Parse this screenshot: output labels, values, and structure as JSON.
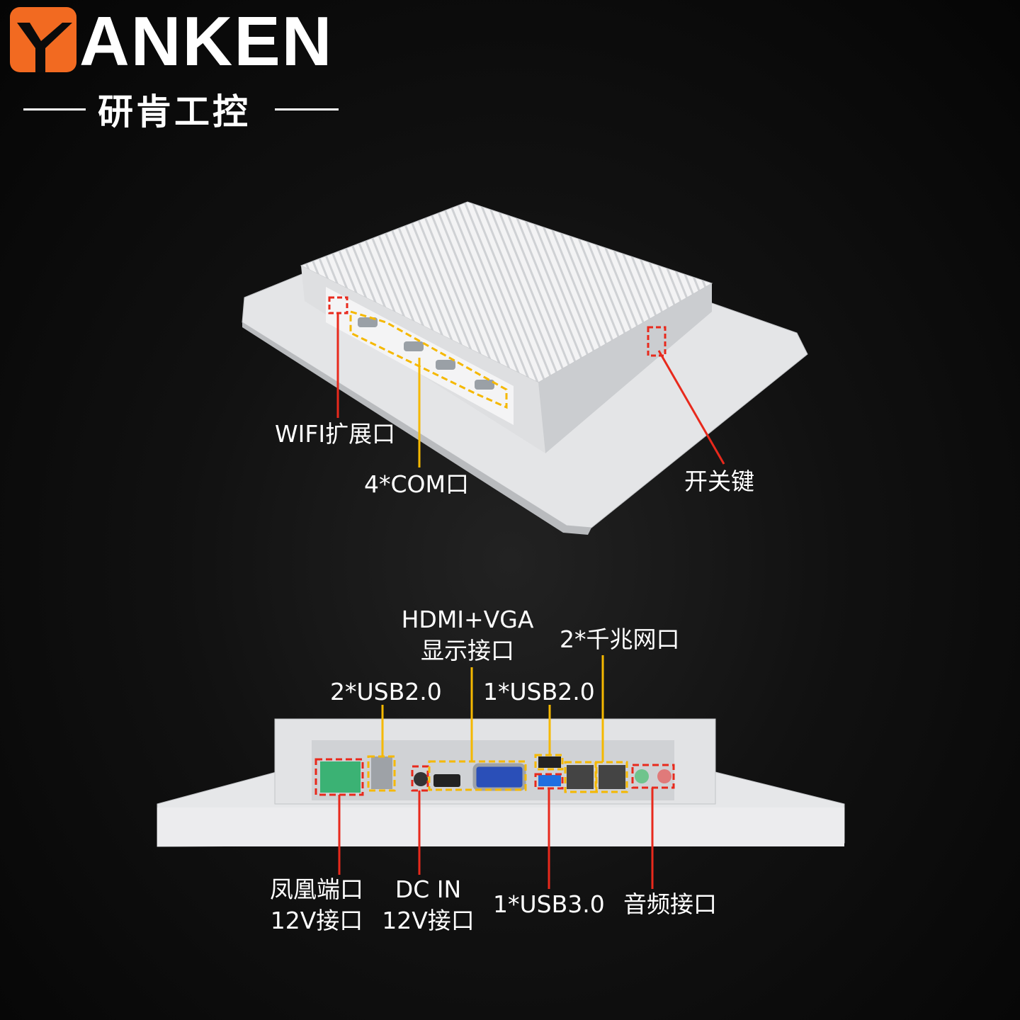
{
  "brand": {
    "logo_text": "ANKEN",
    "subtitle": "研肯工控",
    "accent": "#f26a21"
  },
  "top_view": {
    "labels": {
      "wifi": "WIFI扩展口",
      "com": "4*COM口",
      "power": "开关键"
    }
  },
  "rear_view": {
    "labels": {
      "display_line1": "HDMI+VGA",
      "display_line2": "显示接口",
      "lan": "2*千兆网口",
      "usb2_left": "2*USB2.0",
      "usb2_right": "1*USB2.0",
      "phoenix_line1": "凤凰端口",
      "phoenix_line2": "12V接口",
      "dc_line1": "DC IN",
      "dc_line2": "12V接口",
      "usb3": "1*USB3.0",
      "audio": "音频接口"
    }
  },
  "colors": {
    "callout_red": "#e8291c",
    "callout_yellow": "#f5b800"
  }
}
